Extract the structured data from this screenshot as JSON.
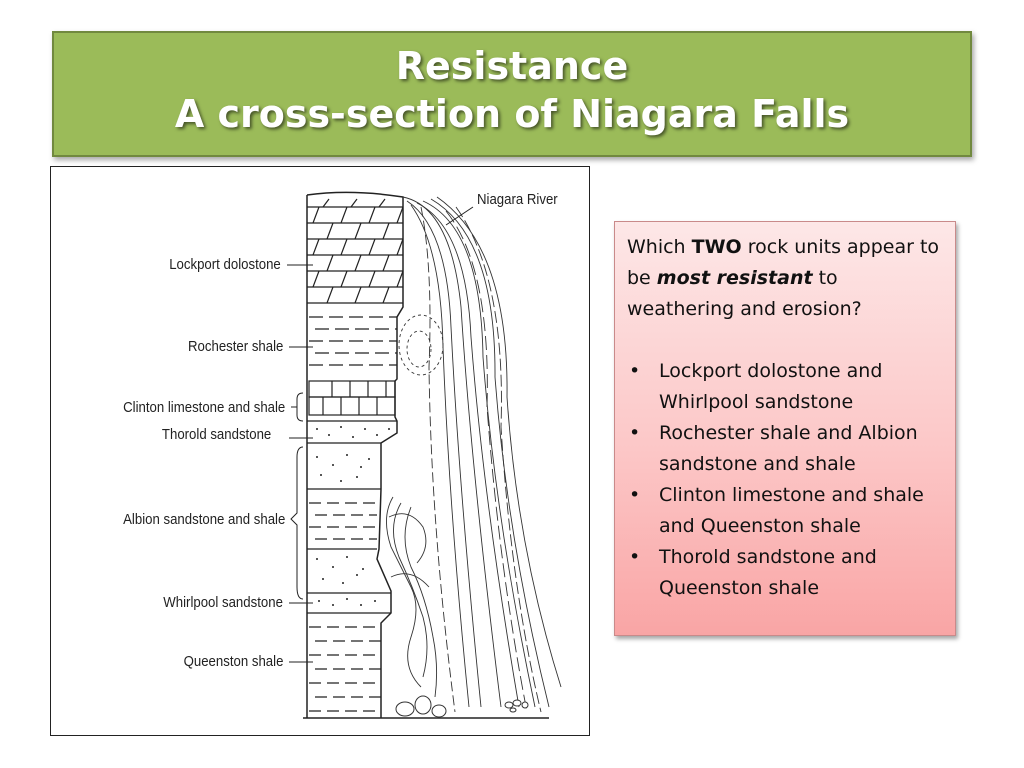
{
  "slide": {
    "title_line1": "Resistance",
    "title_line2": "A cross-section of Niagara Falls",
    "colors": {
      "title_bg": "#9bbb59",
      "question_bg_top": "#fde7e7",
      "question_bg_bottom": "#f9a5a5"
    }
  },
  "diagram": {
    "river_label": "Niagara River",
    "layers": [
      {
        "name": "Lockport dolostone",
        "pattern": "brick"
      },
      {
        "name": "Rochester shale",
        "pattern": "dashes"
      },
      {
        "name": "Clinton limestone and shale",
        "pattern": "blocks"
      },
      {
        "name": "Thorold sandstone",
        "pattern": "dots"
      },
      {
        "name": "Albion sandstone and shale",
        "pattern": "dots-and-dashes"
      },
      {
        "name": "Whirlpool sandstone",
        "pattern": "dots"
      },
      {
        "name": "Queenston shale",
        "pattern": "dashes"
      }
    ]
  },
  "question": {
    "prefix": "Which ",
    "emphasis1": "TWO",
    "middle": " rock units appear to be ",
    "emphasis2": "most resistant",
    "suffix": " to weathering and erosion?",
    "options": [
      "Lockport dolostone and Whirlpool sandstone",
      "Rochester shale and Albion sandstone and shale",
      "Clinton limestone and shale and Queenston shale",
      "Thorold sandstone and Queenston shale"
    ]
  }
}
